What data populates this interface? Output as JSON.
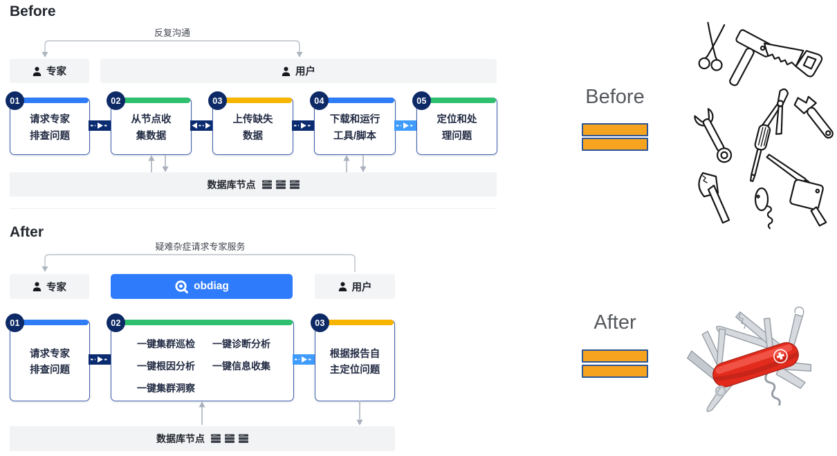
{
  "before_section": {
    "heading": "Before",
    "communication_label": "反复沟通",
    "expert_label": "专家",
    "user_label": "用户",
    "steps": [
      {
        "number": "01",
        "accent_color": "#2e7cf6",
        "line1": "请求专家",
        "line2": "排查问题"
      },
      {
        "number": "02",
        "accent_color": "#2ec06f",
        "line1": "从节点收",
        "line2": "集数据"
      },
      {
        "number": "03",
        "accent_color": "#f7b500",
        "line1": "上传缺失",
        "line2": "数据"
      },
      {
        "number": "04",
        "accent_color": "#2e7cf6",
        "line1": "下载和运行",
        "line2": "工具/脚本"
      },
      {
        "number": "05",
        "accent_color": "#2ec06f",
        "line1": "定位和处",
        "line2": "理问题"
      }
    ],
    "connectors": [
      {
        "direction": "right",
        "color": "#0a2b70"
      },
      {
        "direction": "both",
        "color": "#0a2b70"
      },
      {
        "direction": "right",
        "color": "#0a2b70"
      },
      {
        "direction": "right",
        "color": "#3f9bfc"
      }
    ],
    "db_nodes_label": "数据库节点"
  },
  "after_section": {
    "heading": "After",
    "communication_label": "疑难杂症请求专家服务",
    "expert_label": "专家",
    "obdiag_label": "obdiag",
    "user_label": "用户",
    "steps": [
      {
        "number": "01",
        "accent_color": "#2e7cf6",
        "line1": "请求专家",
        "line2": "排查问题"
      },
      {
        "number": "02",
        "accent_color": "#2ec06f",
        "features": [
          {
            "col1": "一键集群巡检",
            "col2": "一键诊断分析"
          },
          {
            "col1": "一键根因分析",
            "col2": "一键信息收集"
          },
          {
            "col1": "一键集群洞察",
            "col2": ""
          }
        ]
      },
      {
        "number": "03",
        "accent_color": "#f7b500",
        "line1": "根据报告自",
        "line2": "主定位问题"
      }
    ],
    "connectors": [
      {
        "direction": "right",
        "color": "#0a2b70"
      },
      {
        "direction": "right",
        "color": "#3f9bfc"
      }
    ],
    "db_nodes_label": "数据库节点"
  },
  "right_panel": {
    "before_label": "Before",
    "after_label": "After",
    "bar_color": "#f6a41f",
    "bar_border_color": "#2b5597",
    "before_image": "hand-drawn-tools-illustration",
    "after_image": "swiss-army-knife-photo"
  },
  "icons": {
    "person": "person-icon",
    "server": "server-icon",
    "obdiag_logo": "magnifier-ring-icon"
  },
  "colors": {
    "navy": "#0d2a66",
    "blue_accent": "#2e7cf6",
    "green_accent": "#2ec06f",
    "yellow_accent": "#f7b500",
    "light_blue_connector": "#3f9bfc",
    "dark_connector": "#0a2b70",
    "obdiag_blue": "#2e7bfb",
    "actor_box_gray": "#f3f4f6",
    "node_bar_gray": "#f2f3f5",
    "card_border": "#3b5ba8",
    "arrow_gray": "#a9b0bd"
  }
}
